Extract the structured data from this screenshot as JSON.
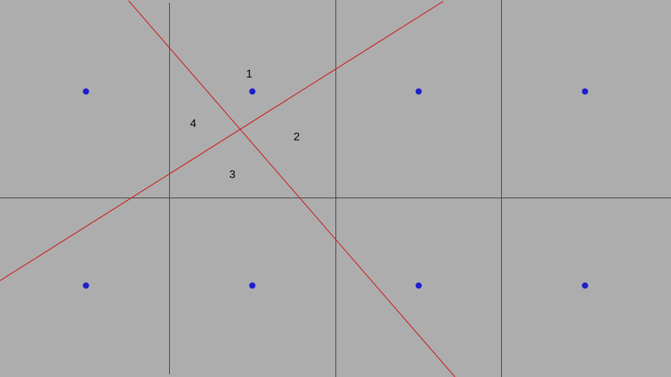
{
  "colors": {
    "background": "#adadad",
    "grid_line": "#3a3a3a",
    "cut_line": "#cc1f1f",
    "point": "#1f1fcc"
  },
  "region_labels": [
    "1",
    "2",
    "3",
    "4"
  ]
}
